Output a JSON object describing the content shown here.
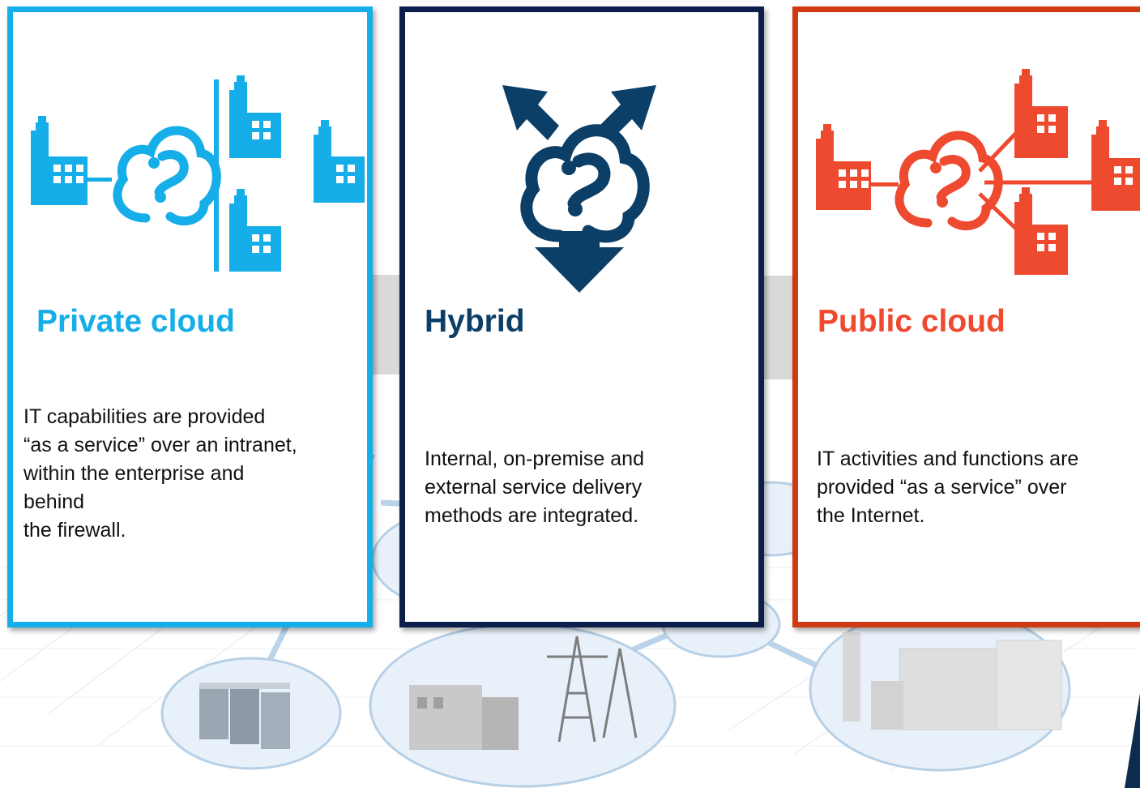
{
  "colors": {
    "private": "#15aee8",
    "hybrid": "#0c3f68",
    "hybrid_border": "#0c1f4a",
    "public": "#ee4a2f",
    "public_border": "#d03a12",
    "arrow": "#d6d6d6"
  },
  "panels": {
    "private": {
      "title": "Private cloud",
      "description": "IT capabilities are provided\n “as a service” over an intranet,\nwithin the enterprise and\nbehind\nthe firewall.",
      "icon": "private-cloud-icon"
    },
    "hybrid": {
      "title": "Hybrid",
      "description": "Internal, on-premise and\nexternal service delivery\nmethods are integrated.",
      "icon": "hybrid-cloud-icon"
    },
    "public": {
      "title": "Public cloud",
      "description": "IT activities and functions are\nprovided “as a service” over\nthe Internet.",
      "icon": "public-cloud-icon"
    }
  }
}
